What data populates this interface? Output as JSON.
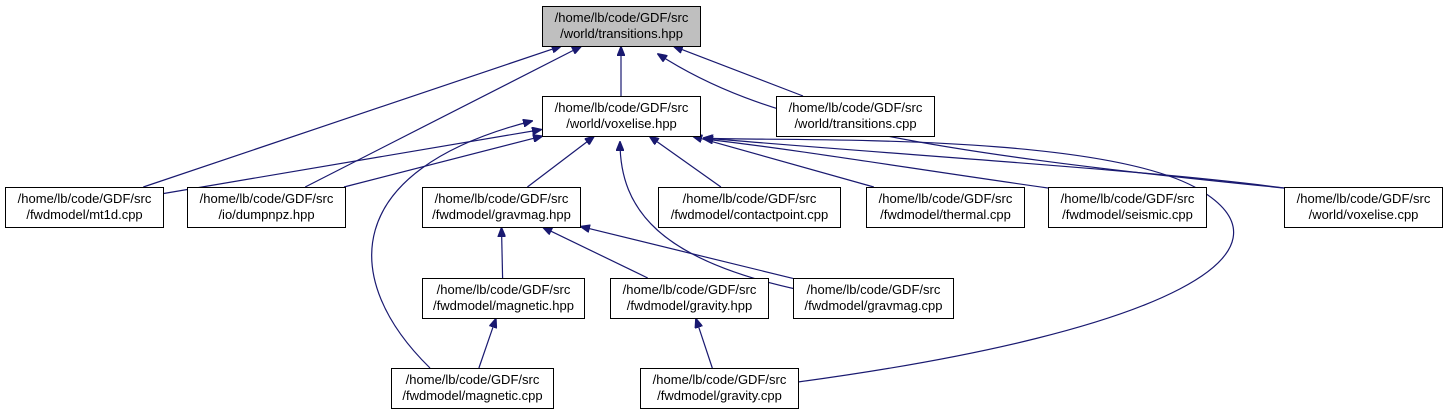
{
  "colors": {
    "edge": "#191970",
    "box_border": "#000000",
    "box_fill": "#ffffff",
    "root_fill": "#bfbfbf",
    "text": "#000000"
  },
  "nodes": {
    "transitions_hpp": [
      "/home/lb/code/GDF/src",
      "/world/transitions.hpp"
    ],
    "voxelise_hpp": [
      "/home/lb/code/GDF/src",
      "/world/voxelise.hpp"
    ],
    "transitions_cpp": [
      "/home/lb/code/GDF/src",
      "/world/transitions.cpp"
    ],
    "mt1d_cpp": [
      "/home/lb/code/GDF/src",
      "/fwdmodel/mt1d.cpp"
    ],
    "dumpnpz_hpp": [
      "/home/lb/code/GDF/src",
      "/io/dumpnpz.hpp"
    ],
    "gravmag_hpp": [
      "/home/lb/code/GDF/src",
      "/fwdmodel/gravmag.hpp"
    ],
    "contactpoint_cpp": [
      "/home/lb/code/GDF/src",
      "/fwdmodel/contactpoint.cpp"
    ],
    "thermal_cpp": [
      "/home/lb/code/GDF/src",
      "/fwdmodel/thermal.cpp"
    ],
    "seismic_cpp": [
      "/home/lb/code/GDF/src",
      "/fwdmodel/seismic.cpp"
    ],
    "voxelise_cpp": [
      "/home/lb/code/GDF/src",
      "/world/voxelise.cpp"
    ],
    "magnetic_hpp": [
      "/home/lb/code/GDF/src",
      "/fwdmodel/magnetic.hpp"
    ],
    "gravity_hpp": [
      "/home/lb/code/GDF/src",
      "/fwdmodel/gravity.hpp"
    ],
    "gravmag_cpp": [
      "/home/lb/code/GDF/src",
      "/fwdmodel/gravmag.cpp"
    ],
    "magnetic_cpp": [
      "/home/lb/code/GDF/src",
      "/fwdmodel/magnetic.cpp"
    ],
    "gravity_cpp": [
      "/home/lb/code/GDF/src",
      "/fwdmodel/gravity.cpp"
    ]
  },
  "edges": [
    [
      "mt1d_cpp",
      "transitions_hpp"
    ],
    [
      "dumpnpz_hpp",
      "transitions_hpp"
    ],
    [
      "voxelise_hpp",
      "transitions_hpp"
    ],
    [
      "transitions_cpp",
      "transitions_hpp"
    ],
    [
      "voxelise_cpp",
      "transitions_hpp"
    ],
    [
      "mt1d_cpp",
      "voxelise_hpp"
    ],
    [
      "dumpnpz_hpp",
      "voxelise_hpp"
    ],
    [
      "gravmag_hpp",
      "voxelise_hpp"
    ],
    [
      "contactpoint_cpp",
      "voxelise_hpp"
    ],
    [
      "thermal_cpp",
      "voxelise_hpp"
    ],
    [
      "seismic_cpp",
      "voxelise_hpp"
    ],
    [
      "voxelise_cpp",
      "voxelise_hpp"
    ],
    [
      "magnetic_cpp",
      "voxelise_hpp"
    ],
    [
      "gravity_cpp",
      "voxelise_hpp"
    ],
    [
      "gravmag_cpp",
      "voxelise_hpp"
    ],
    [
      "magnetic_hpp",
      "gravmag_hpp"
    ],
    [
      "gravity_hpp",
      "gravmag_hpp"
    ],
    [
      "gravmag_cpp",
      "gravmag_hpp"
    ],
    [
      "magnetic_cpp",
      "magnetic_hpp"
    ],
    [
      "gravity_cpp",
      "gravity_hpp"
    ]
  ]
}
